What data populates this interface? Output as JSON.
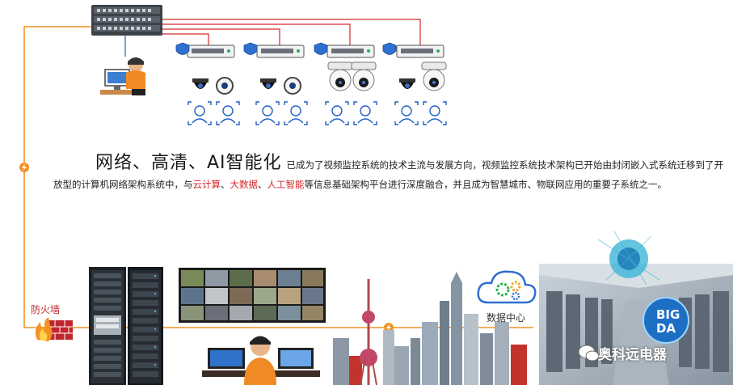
{
  "paragraph": {
    "headline": "网络、高清、AI智能化",
    "part1": "已成为了视频监控系统的技术主流与发展方向，视频监控系统技术架构已开始由封闭嵌入式系统迁移到了开放型的计算机网络架构系统中，与",
    "hl1": "云计算",
    "sep1": "、",
    "hl2": "大数据",
    "sep2": "、",
    "hl3": "人工智能",
    "part2": "等信息基础架构平台进行深度融合，并且成为智慧城市、物联网应用的重要子系统之一。"
  },
  "labels": {
    "firewall": "防火墙",
    "datacenter": "数据中心",
    "bigdata_line1": "BIG",
    "bigdata_line2": "DA",
    "watermark": "奥科远电器"
  },
  "icons": {
    "firewall": "brick-wall-flame-icon",
    "lightning": "lightning-bolt-icon",
    "cloud_gears": "cloud-gears-icon",
    "wechat": "wechat-icon",
    "shield": "shield-icon"
  },
  "colors": {
    "orange_line": "#f29224",
    "red_line": "#d42a2a",
    "blue_line": "#2b5bb5",
    "highlight": "#d4262a"
  }
}
